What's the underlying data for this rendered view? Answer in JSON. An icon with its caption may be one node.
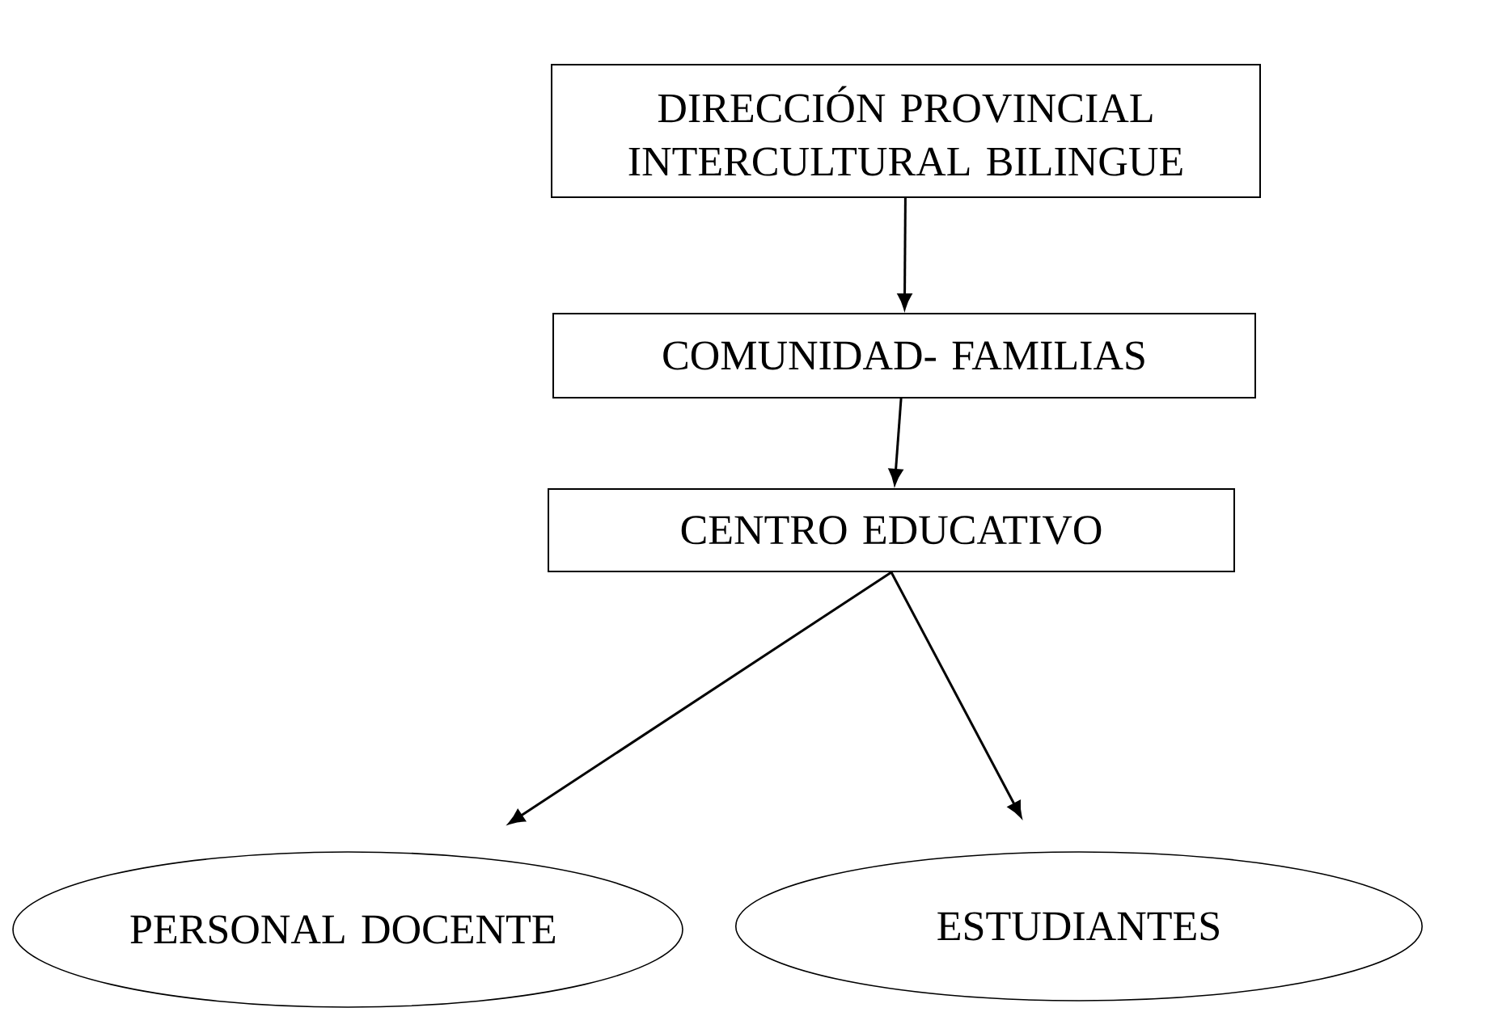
{
  "diagram": {
    "nodes": [
      {
        "text": [
          "DIRECCIÓN PROVINCIAL INTERCULTURAL BILINGUE"
        ]
      },
      {
        "text": [
          "COMUNIDAD- FAMILIAS"
        ]
      },
      {
        "text": [
          "CENTRO EDUCATIVO"
        ]
      },
      {
        "text": [
          "PERSONAL DOCENTE"
        ]
      },
      {
        "text": [
          "ESTUDIANTES"
        ]
      }
    ],
    "edges": [
      {
        "from": 0,
        "to": 1,
        "arrow": "to"
      },
      {
        "from": 1,
        "to": 2,
        "arrow": "to"
      },
      {
        "from": 2,
        "to": 3,
        "arrow": "to"
      },
      {
        "from": 2,
        "to": 4,
        "arrow": "to"
      }
    ]
  }
}
